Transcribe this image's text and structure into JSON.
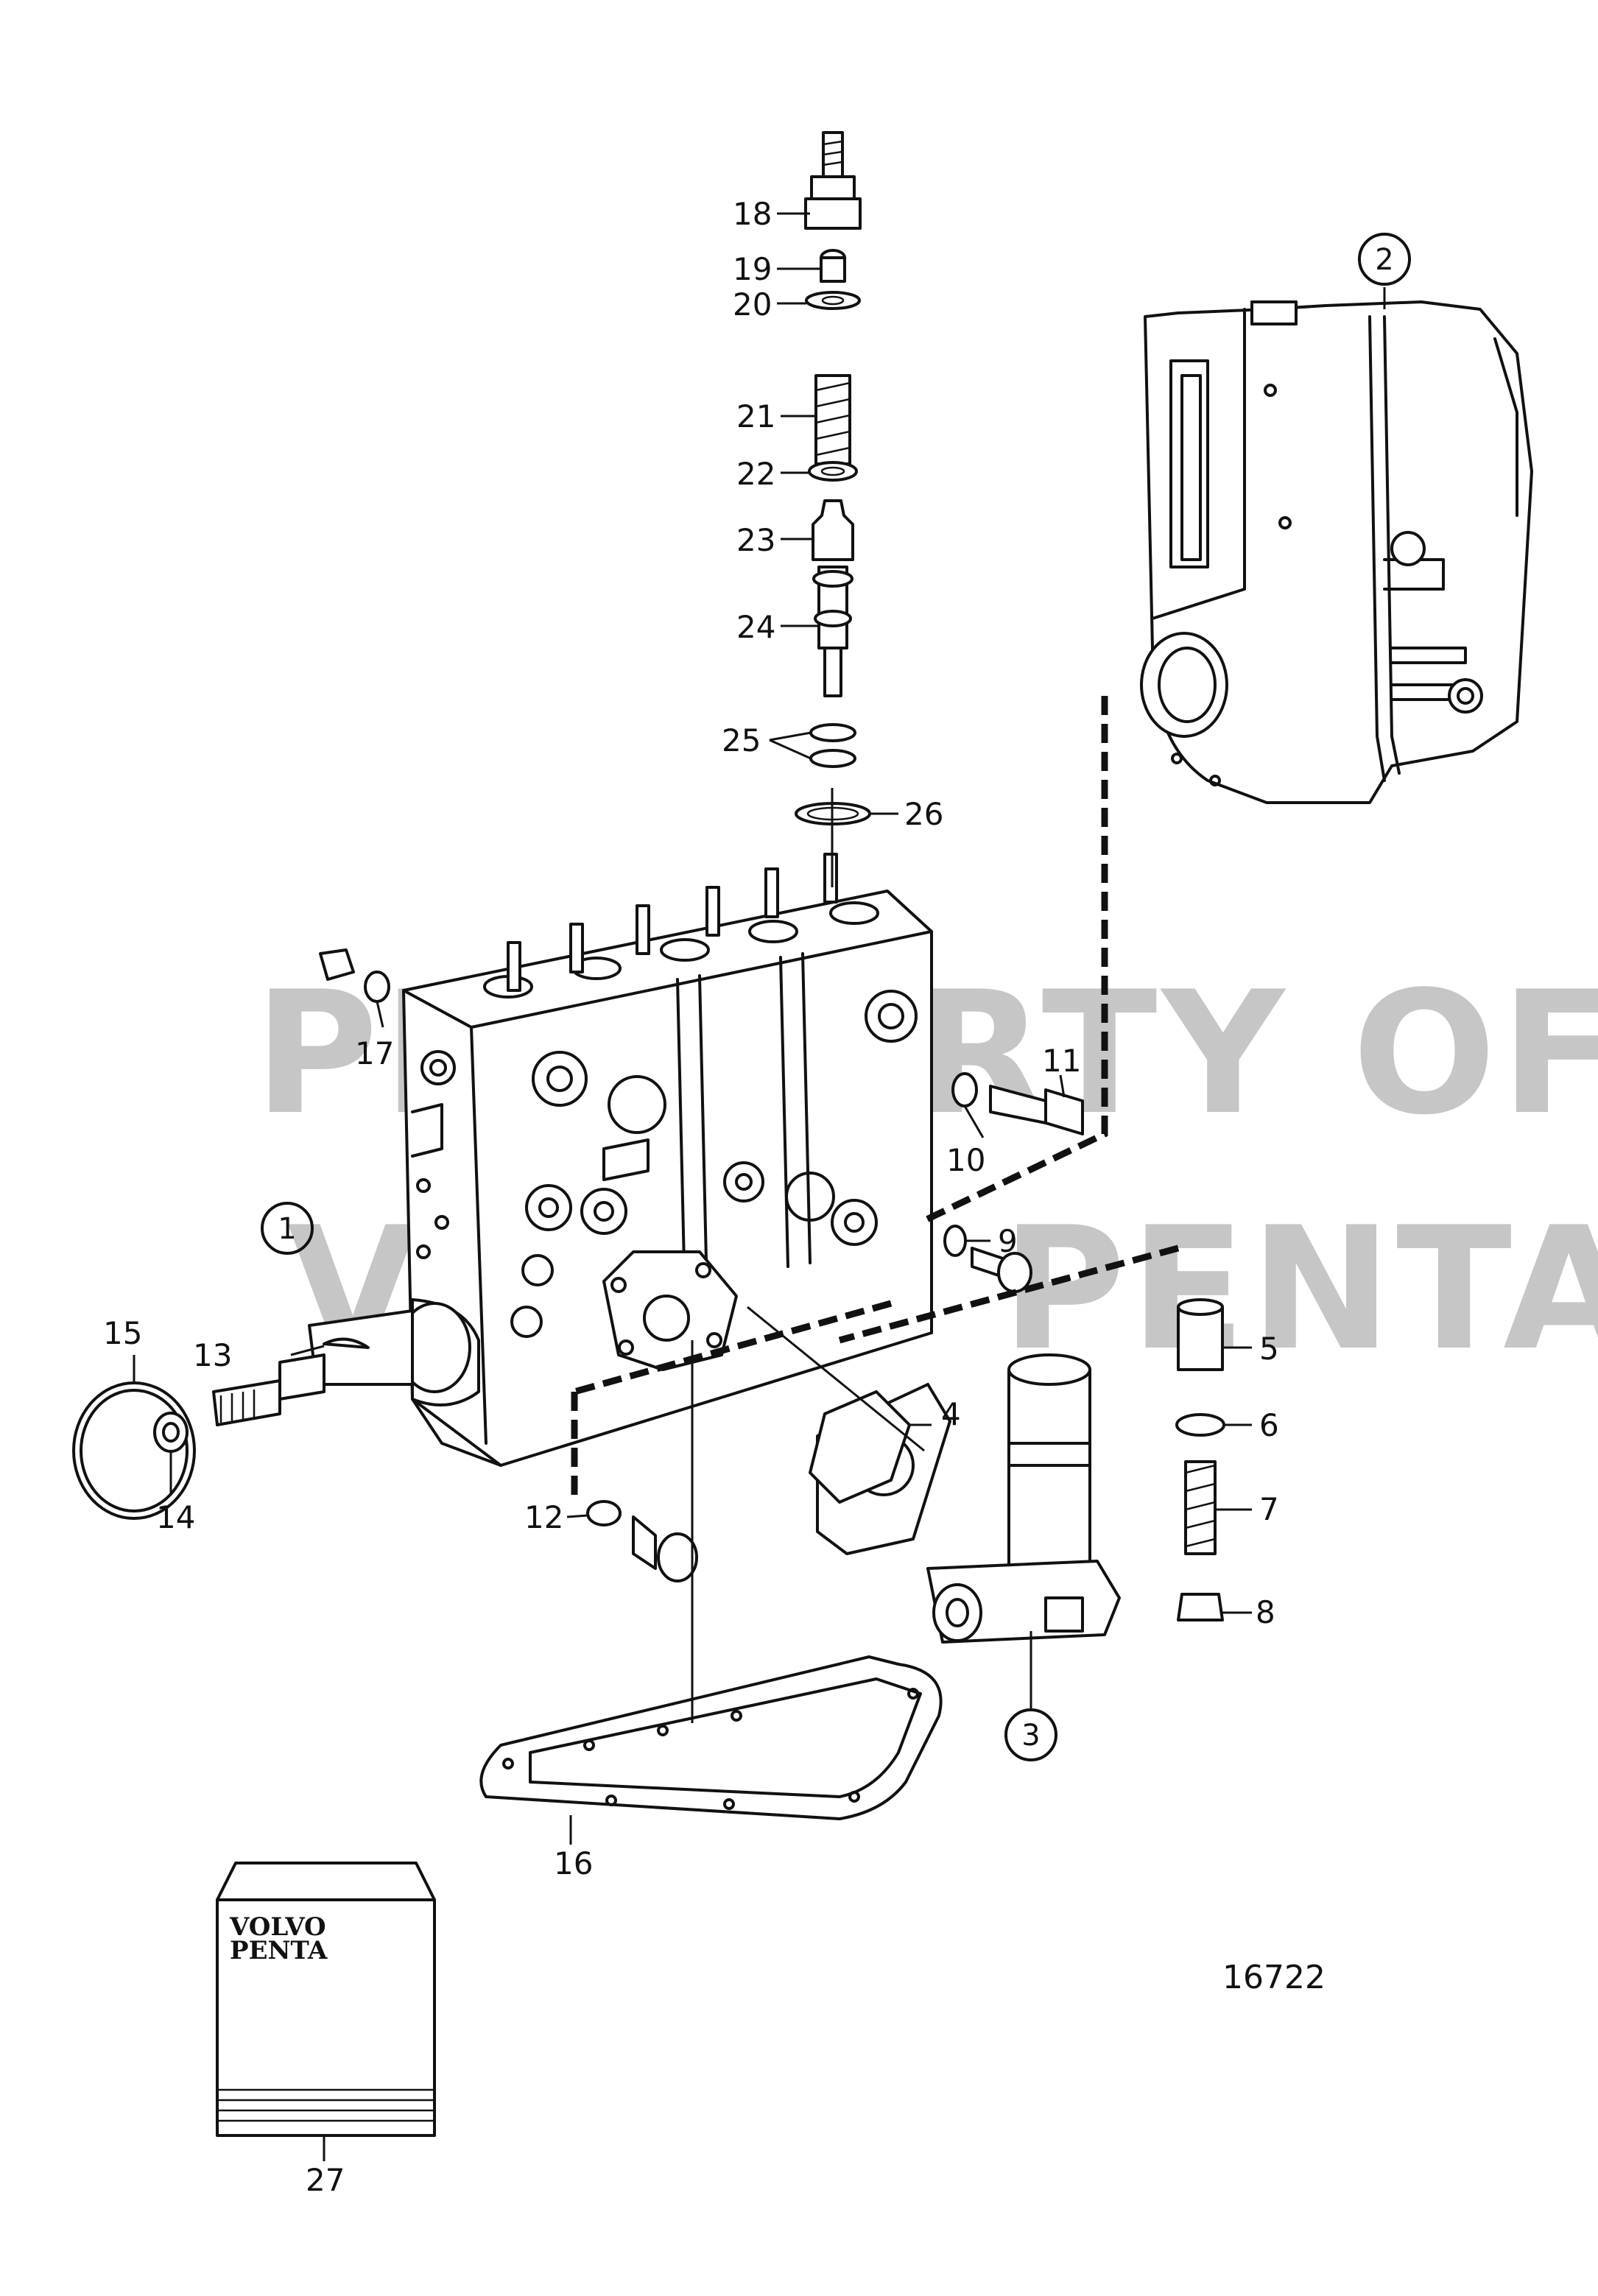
{
  "watermark": {
    "line1": "PROPERTY OF",
    "line2": "VOLVO PENTA"
  },
  "callouts": {
    "c1": "1",
    "c2": "2",
    "c3": "3",
    "c4": "4",
    "c5": "5",
    "c6": "6",
    "c7": "7",
    "c8": "8",
    "c9": "9",
    "c10": "10",
    "c11": "11",
    "c12": "12",
    "c13": "13",
    "c14": "14",
    "c15": "15",
    "c16": "16",
    "c17": "17",
    "c18": "18",
    "c19": "19",
    "c20": "20",
    "c21": "21",
    "c22": "22",
    "c23": "23",
    "c24": "24",
    "c25": "25",
    "c26": "26",
    "c27": "27"
  },
  "kit": {
    "logo_line1": "VOLVO",
    "logo_line2": "PENTA"
  },
  "drawing_number": "16722"
}
